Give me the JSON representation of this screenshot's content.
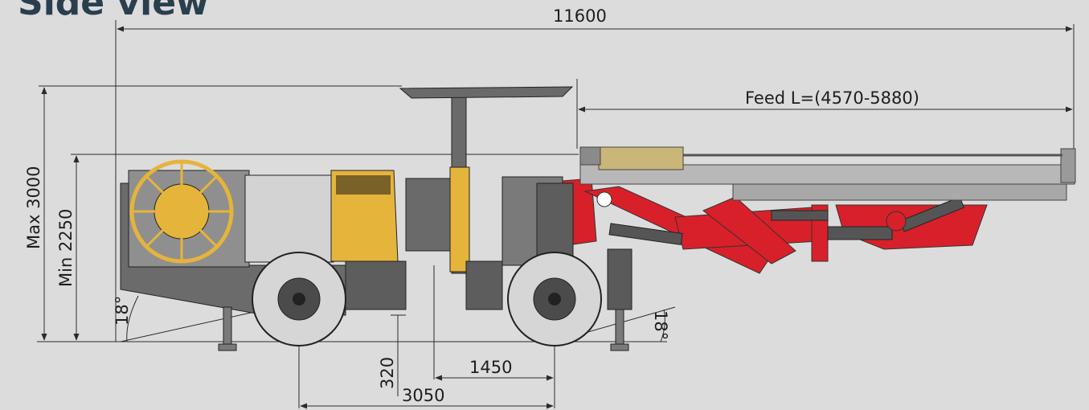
{
  "title": "Side view",
  "dimensions": {
    "overall_length": "11600",
    "feed_length": "Feed L=(4570-5880)",
    "max_height": "Max 3000",
    "min_height": "Min 2250",
    "rear_angle": "18°",
    "front_angle": "18°",
    "ground_clearance": "320",
    "axle_offset": "1450",
    "wheelbase": "3050"
  },
  "colors": {
    "background": "#dcdcdc",
    "title": "#2a3f4d",
    "body_yellow": "#e5b43b",
    "chassis_gray": "#6b6b6b",
    "boom_red": "#d8202a",
    "dimension_line": "#2b2b2b"
  }
}
